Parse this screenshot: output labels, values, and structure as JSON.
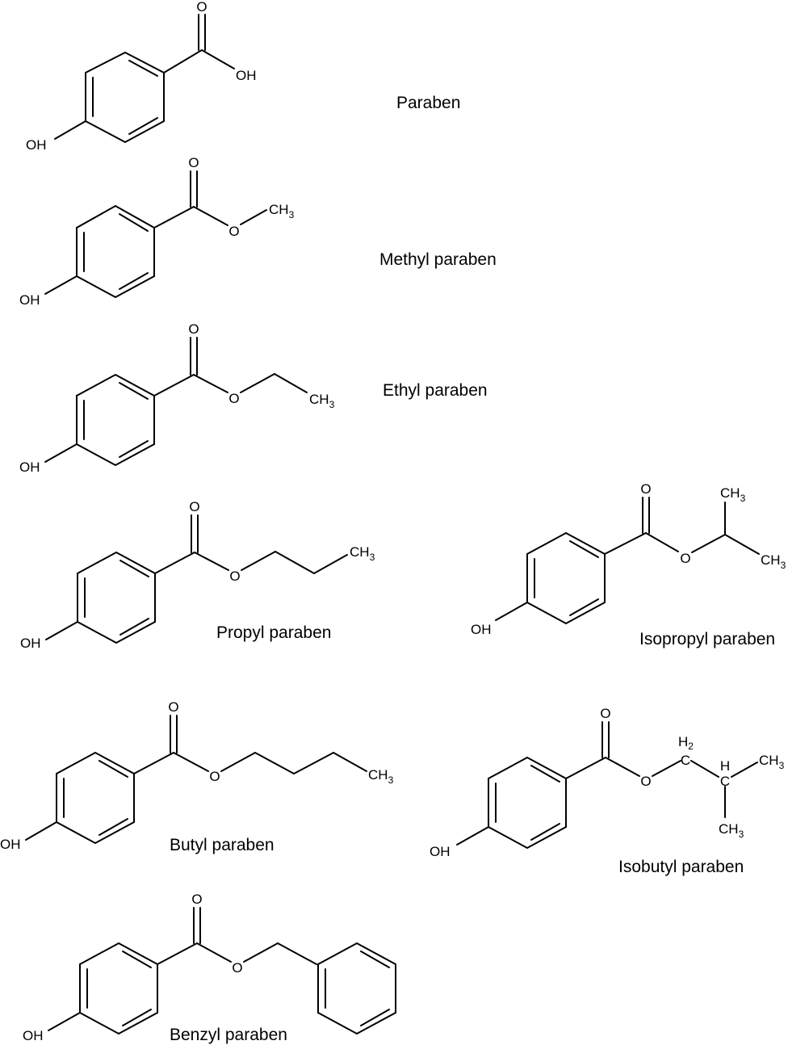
{
  "atoms": {
    "oxygen": "O",
    "hydroxyl": "OH",
    "methyl": "CH",
    "methyl_sub": "3",
    "methylene": "H",
    "methylene_sub": "2",
    "methine_h": "H",
    "carbon": "C"
  },
  "compounds": [
    {
      "name": "Paraben"
    },
    {
      "name": "Methyl paraben"
    },
    {
      "name": "Ethyl paraben"
    },
    {
      "name": "Propyl paraben"
    },
    {
      "name": "Isopropyl paraben"
    },
    {
      "name": "Butyl paraben"
    },
    {
      "name": "Isobutyl paraben"
    },
    {
      "name": "Benzyl paraben"
    }
  ]
}
